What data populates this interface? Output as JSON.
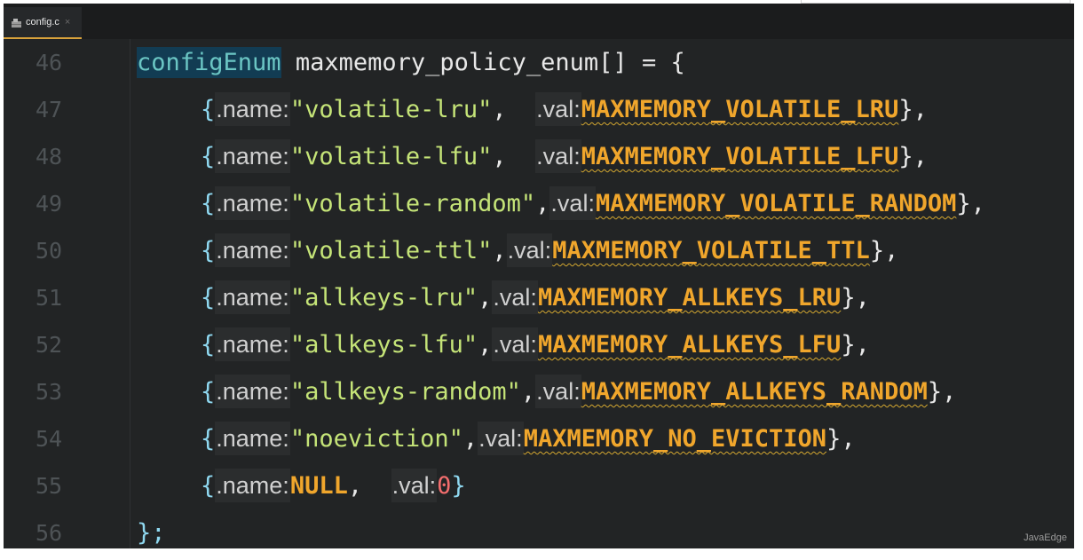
{
  "tab": {
    "filename": "config.c",
    "close_glyph": "×",
    "icon": "file-c-icon"
  },
  "lines": [
    {
      "num": "46"
    },
    {
      "num": "47",
      "name": "\"volatile-lru\"",
      "val": "MAXMEMORY_VOLATILE_LRU"
    },
    {
      "num": "48",
      "name": "\"volatile-lfu\"",
      "val": "MAXMEMORY_VOLATILE_LFU"
    },
    {
      "num": "49",
      "name": "\"volatile-random\"",
      "val": "MAXMEMORY_VOLATILE_RANDOM"
    },
    {
      "num": "50",
      "name": "\"volatile-ttl\"",
      "val": "MAXMEMORY_VOLATILE_TTL"
    },
    {
      "num": "51",
      "name": "\"allkeys-lru\"",
      "val": "MAXMEMORY_ALLKEYS_LRU"
    },
    {
      "num": "52",
      "name": "\"allkeys-lfu\"",
      "val": "MAXMEMORY_ALLKEYS_LFU"
    },
    {
      "num": "53",
      "name": "\"allkeys-random\"",
      "val": "MAXMEMORY_ALLKEYS_RANDOM"
    },
    {
      "num": "54",
      "name": "\"noeviction\"",
      "val": "MAXMEMORY_NO_EVICTION"
    },
    {
      "num": "55",
      "name": "NULL",
      "val": "0"
    },
    {
      "num": "56"
    }
  ],
  "code": {
    "decl_type": "configEnum",
    "decl_rest": " maxmemory_policy_enum[] = {",
    "open_brace": "{",
    "close_brace": "}",
    "name_hint": ".name:",
    "val_hint": ".val:",
    "row_end": "},",
    "row_end_last": "}",
    "comma": ",",
    "comma_space": ",  ",
    "closing": "};"
  },
  "watermark": "JavaEdge",
  "colors": {
    "background": "#222425",
    "type_highlight": "#123c53",
    "string": "#c5e478",
    "macro": "#f0a62c",
    "number": "#f26d6d",
    "tab_accent": "#d9a23b"
  }
}
